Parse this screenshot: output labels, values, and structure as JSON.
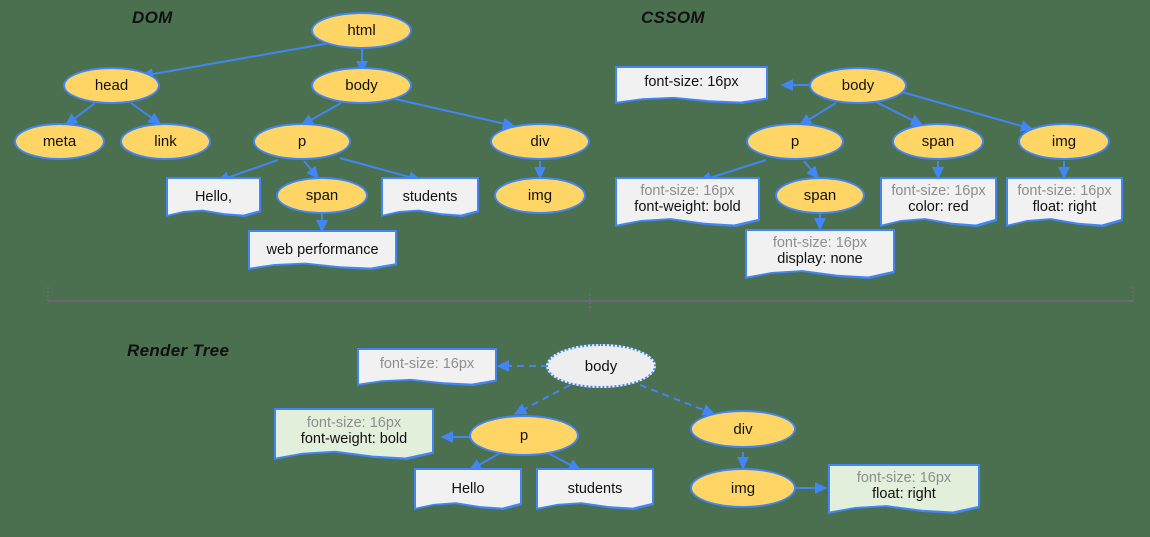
{
  "background_color": "#4a7050",
  "node_fill": "#ffd666",
  "node_stroke": "#4285f4",
  "box_fill": "#f1f1f1",
  "box_fill_green": "#e2efda",
  "muted_text_color": "#8e8e8e",
  "sections": {
    "dom": {
      "title": "DOM"
    },
    "cssom": {
      "title": "CSSOM"
    },
    "render_tree": {
      "title": "Render Tree"
    }
  },
  "dom": {
    "nodes": [
      {
        "id": "html",
        "label": "html"
      },
      {
        "id": "head",
        "label": "head"
      },
      {
        "id": "body",
        "label": "body"
      },
      {
        "id": "meta",
        "label": "meta"
      },
      {
        "id": "link",
        "label": "link"
      },
      {
        "id": "p",
        "label": "p"
      },
      {
        "id": "div",
        "label": "div"
      },
      {
        "id": "span",
        "label": "span"
      },
      {
        "id": "img",
        "label": "img"
      }
    ],
    "text_boxes": [
      {
        "id": "hello",
        "label": "Hello,"
      },
      {
        "id": "students",
        "label": "students"
      },
      {
        "id": "webperf",
        "label": "web performance"
      }
    ]
  },
  "cssom": {
    "nodes": [
      {
        "id": "body",
        "label": "body"
      },
      {
        "id": "p",
        "label": "p"
      },
      {
        "id": "span1",
        "label": "span"
      },
      {
        "id": "span2",
        "label": "span"
      },
      {
        "id": "img",
        "label": "img"
      }
    ],
    "rule_boxes": [
      {
        "id": "body-rules",
        "lines": [
          {
            "text": "font-size: 16px",
            "muted": false
          }
        ]
      },
      {
        "id": "p-rules",
        "lines": [
          {
            "text": "font-size: 16px",
            "muted": true
          },
          {
            "text": "font-weight: bold",
            "muted": false
          }
        ]
      },
      {
        "id": "span2-rules",
        "lines": [
          {
            "text": "font-size: 16px",
            "muted": true
          },
          {
            "text": "display: none",
            "muted": false
          }
        ]
      },
      {
        "id": "span1-rules",
        "lines": [
          {
            "text": "font-size: 16px",
            "muted": true
          },
          {
            "text": "color: red",
            "muted": false
          }
        ]
      },
      {
        "id": "img-rules",
        "lines": [
          {
            "text": "font-size: 16px",
            "muted": true
          },
          {
            "text": "float: right",
            "muted": false
          }
        ]
      }
    ]
  },
  "render_tree": {
    "nodes": [
      {
        "id": "body",
        "label": "body",
        "style": "ghost"
      },
      {
        "id": "p",
        "label": "p",
        "style": "normal"
      },
      {
        "id": "div",
        "label": "div",
        "style": "normal"
      },
      {
        "id": "img",
        "label": "img",
        "style": "normal"
      }
    ],
    "text_boxes": [
      {
        "id": "hello",
        "label": "Hello"
      },
      {
        "id": "students",
        "label": "students"
      }
    ],
    "rule_boxes": [
      {
        "id": "body-rules",
        "green": false,
        "lines": [
          {
            "text": "font-size: 16px",
            "muted": true
          }
        ]
      },
      {
        "id": "p-rules",
        "green": true,
        "lines": [
          {
            "text": "font-size: 16px",
            "muted": true
          },
          {
            "text": "font-weight: bold",
            "muted": false
          }
        ]
      },
      {
        "id": "img-rules",
        "green": true,
        "lines": [
          {
            "text": "font-size: 16px",
            "muted": true
          },
          {
            "text": "float: right",
            "muted": false
          }
        ]
      }
    ]
  }
}
